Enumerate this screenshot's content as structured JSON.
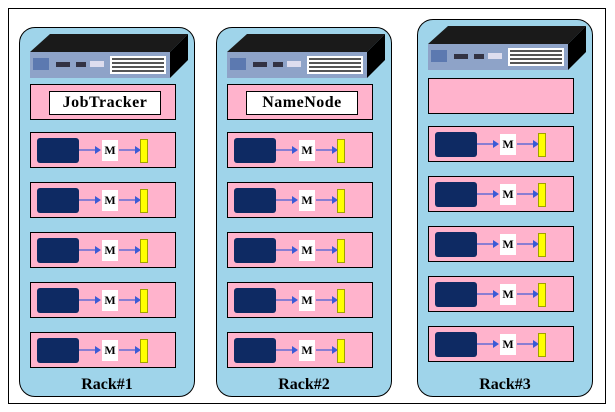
{
  "racks": [
    {
      "label": "Rack#1",
      "service": "JobTracker",
      "nodes": [
        "M",
        "M",
        "M",
        "M",
        "M"
      ]
    },
    {
      "label": "Rack#2",
      "service": "NameNode",
      "nodes": [
        "M",
        "M",
        "M",
        "M",
        "M"
      ]
    },
    {
      "label": "Rack#3",
      "service": "",
      "nodes": [
        "M",
        "M",
        "M",
        "M",
        "M"
      ]
    }
  ],
  "colors": {
    "rack_bg": "#9fd4ea",
    "node_bg": "#ffb3cc",
    "cpu": "#0e2a63",
    "output": "#ffff00",
    "arrow": "#3b5bd6"
  },
  "icons": {
    "server": "rack-server-icon",
    "arrow": "arrow-right-icon"
  }
}
